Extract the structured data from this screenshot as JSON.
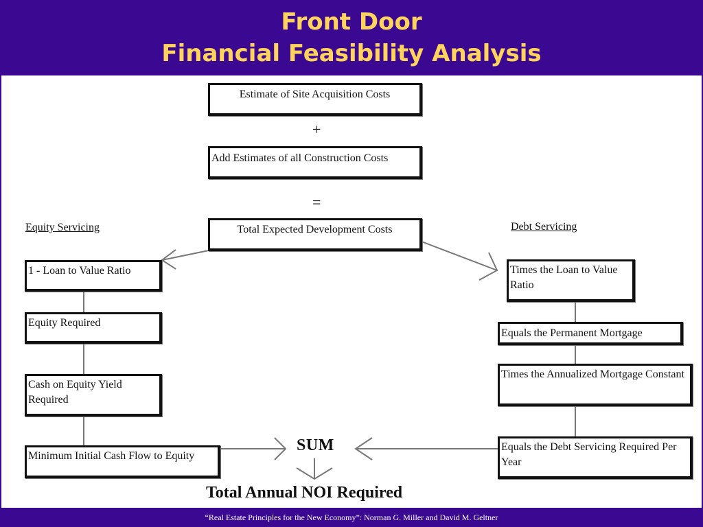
{
  "title": {
    "line1": "Front Door",
    "line2": "Financial Feasibility Analysis"
  },
  "top_chain": {
    "site_costs": "Estimate of Site Acquisition Costs",
    "plus": "+",
    "construction_costs": "Add Estimates of all Construction Costs",
    "equals": "=",
    "total_dev_costs": "Total Expected Development Costs"
  },
  "equity": {
    "heading": "Equity Servicing",
    "steps": [
      "1 - Loan to Value Ratio",
      "Equity Required",
      "Cash on Equity Yield Required",
      "Minimum Initial Cash Flow to Equity"
    ]
  },
  "debt": {
    "heading": "Debt Servicing",
    "steps": [
      "Times the Loan to Value Ratio",
      "Equals the Permanent Mortgage",
      "Times the Annualized Mortgage Constant",
      "Equals the Debt Servicing Required Per Year"
    ]
  },
  "result": {
    "sum": "SUM",
    "total": "Total Annual NOI Required"
  },
  "footer": "“Real Estate Principles for the New Economy”: Norman G. Miller and David M. Geltner"
}
